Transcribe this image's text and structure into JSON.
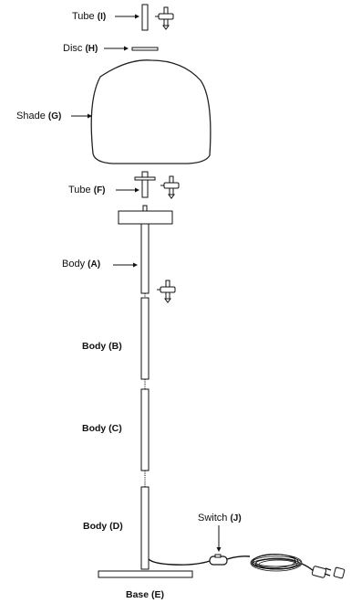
{
  "labels": {
    "tube_i": {
      "name": "Tube",
      "code": "(I)"
    },
    "disc_h": {
      "name": "Disc",
      "code": "(H)"
    },
    "shade_g": {
      "name": "Shade",
      "code": "(G)"
    },
    "tube_f": {
      "name": "Tube",
      "code": "(F)"
    },
    "body_a": {
      "name": "Body",
      "code": "(A)"
    },
    "body_b": "Body (B)",
    "body_c": "Body (C)",
    "body_d": "Body (D)",
    "switch_j": {
      "name": "Switch",
      "code": "(J)"
    },
    "base_e": "Base (E)"
  },
  "icons": [
    "nut-washer-icon",
    "nut-washer-icon",
    "nut-washer-icon"
  ]
}
